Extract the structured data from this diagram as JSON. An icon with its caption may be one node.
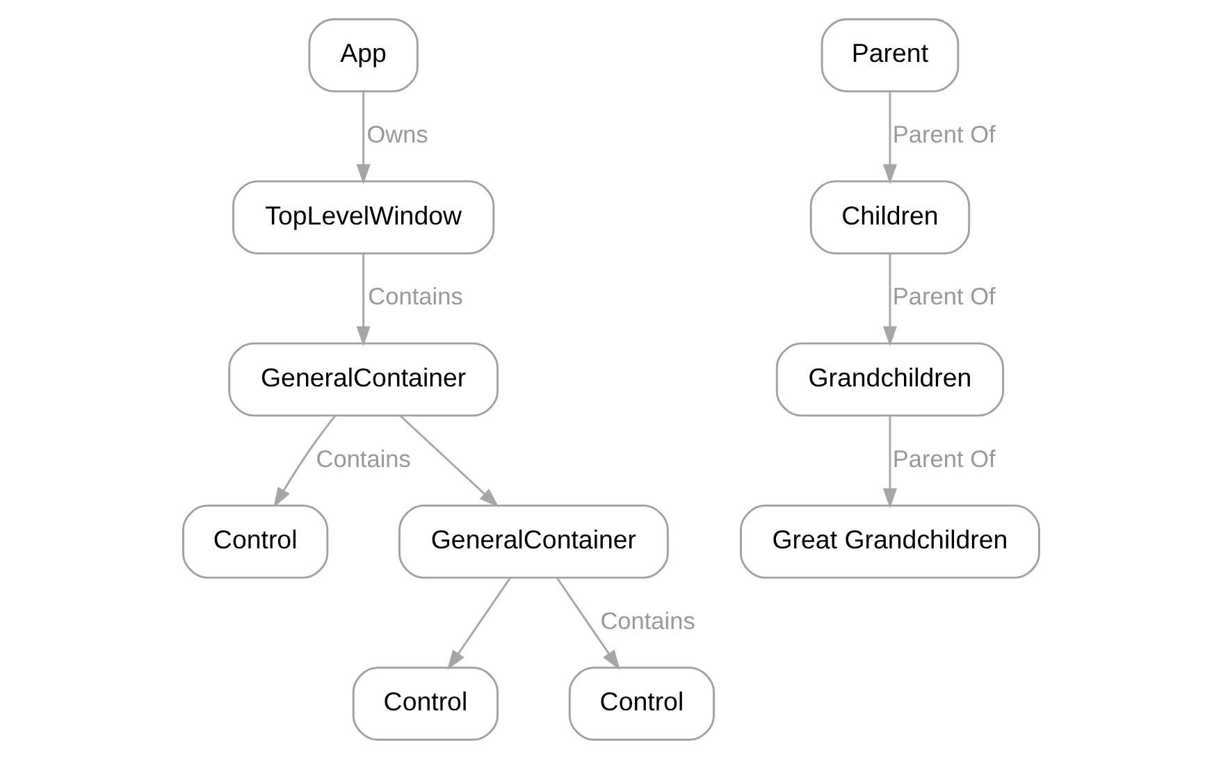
{
  "diagram": {
    "nodes": [
      {
        "text": [
          "App"
        ]
      },
      {
        "text": [
          "TopLevelWindow"
        ]
      },
      {
        "text": [
          "GeneralContainer"
        ]
      },
      {
        "text": [
          "Control"
        ]
      },
      {
        "text": [
          "GeneralContainer"
        ]
      },
      {
        "text": [
          "Control"
        ]
      },
      {
        "text": [
          "Control"
        ]
      },
      {
        "text": [
          "Parent"
        ]
      },
      {
        "text": [
          "Children"
        ]
      },
      {
        "text": [
          "Grandchildren"
        ]
      },
      {
        "text": [
          "Great Grandchildren"
        ]
      }
    ],
    "edges": [
      {
        "from": 0,
        "to": 1,
        "arrow": "to",
        "label": "Owns"
      },
      {
        "from": 1,
        "to": 2,
        "arrow": "to",
        "label": "Contains"
      },
      {
        "from": 2,
        "to": 3,
        "arrow": "to",
        "label": "Contains"
      },
      {
        "from": 2,
        "to": 4,
        "arrow": "to"
      },
      {
        "from": 4,
        "to": 5,
        "arrow": "to"
      },
      {
        "from": 4,
        "to": 6,
        "arrow": "to",
        "label": "Contains"
      },
      {
        "from": 7,
        "to": 8,
        "arrow": "to",
        "label": "Parent Of"
      },
      {
        "from": 8,
        "to": 9,
        "arrow": "to",
        "label": "Parent Of"
      },
      {
        "from": 9,
        "to": 10,
        "arrow": "to",
        "label": "Parent Of"
      }
    ]
  }
}
